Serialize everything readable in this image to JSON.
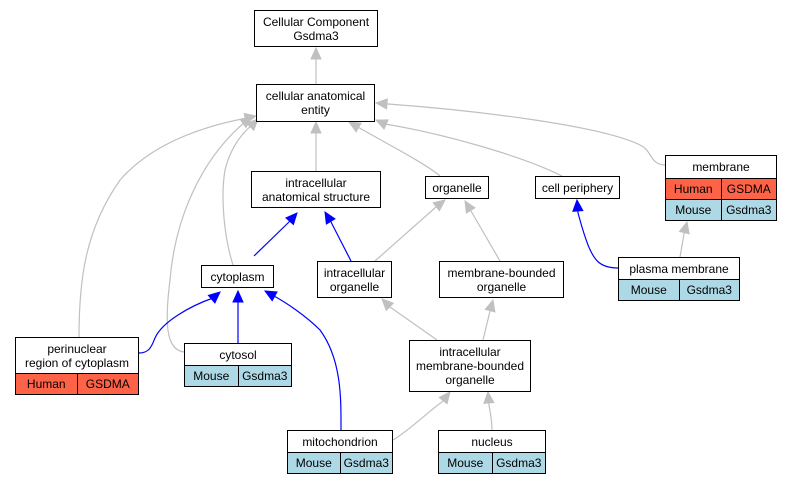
{
  "nodes": {
    "cc": {
      "lines": [
        "Cellular Component",
        "Gsdma3"
      ]
    },
    "cae": {
      "lines": [
        "cellular anatomical",
        "entity"
      ]
    },
    "ias": {
      "lines": [
        "intracellular",
        "anatomical structure"
      ]
    },
    "organelle": {
      "lines": [
        "organelle"
      ]
    },
    "cellper": {
      "lines": [
        "cell periphery"
      ]
    },
    "membrane": {
      "lines": [
        "membrane"
      ],
      "rows": [
        [
          "Human",
          "GSDMA"
        ],
        [
          "Mouse",
          "Gsdma3"
        ]
      ]
    },
    "cytoplasm": {
      "lines": [
        "cytoplasm"
      ]
    },
    "io": {
      "lines": [
        "intracellular",
        "organelle"
      ]
    },
    "mbo": {
      "lines": [
        "membrane-bounded",
        "organelle"
      ]
    },
    "pm": {
      "lines": [
        "plasma membrane"
      ],
      "rows": [
        [
          "Mouse",
          "Gsdma3"
        ]
      ]
    },
    "perinuc": {
      "lines": [
        "perinuclear",
        "region of cytoplasm"
      ],
      "rows": [
        [
          "Human",
          "GSDMA"
        ]
      ]
    },
    "cytosol": {
      "lines": [
        "cytosol"
      ],
      "rows": [
        [
          "Mouse",
          "Gsdma3"
        ]
      ]
    },
    "imbo": {
      "lines": [
        "intracellular",
        "membrane-bounded",
        "organelle"
      ]
    },
    "mito": {
      "lines": [
        "mitochondrion"
      ],
      "rows": [
        [
          "Mouse",
          "Gsdma3"
        ]
      ]
    },
    "nucleus": {
      "lines": [
        "nucleus"
      ],
      "rows": [
        [
          "Mouse",
          "Gsdma3"
        ]
      ]
    }
  },
  "colors": {
    "human": "#ff6347",
    "mouse": "#add8e6",
    "is_a_edge": "#c0c0c0",
    "part_of_edge": "#0000ff"
  }
}
